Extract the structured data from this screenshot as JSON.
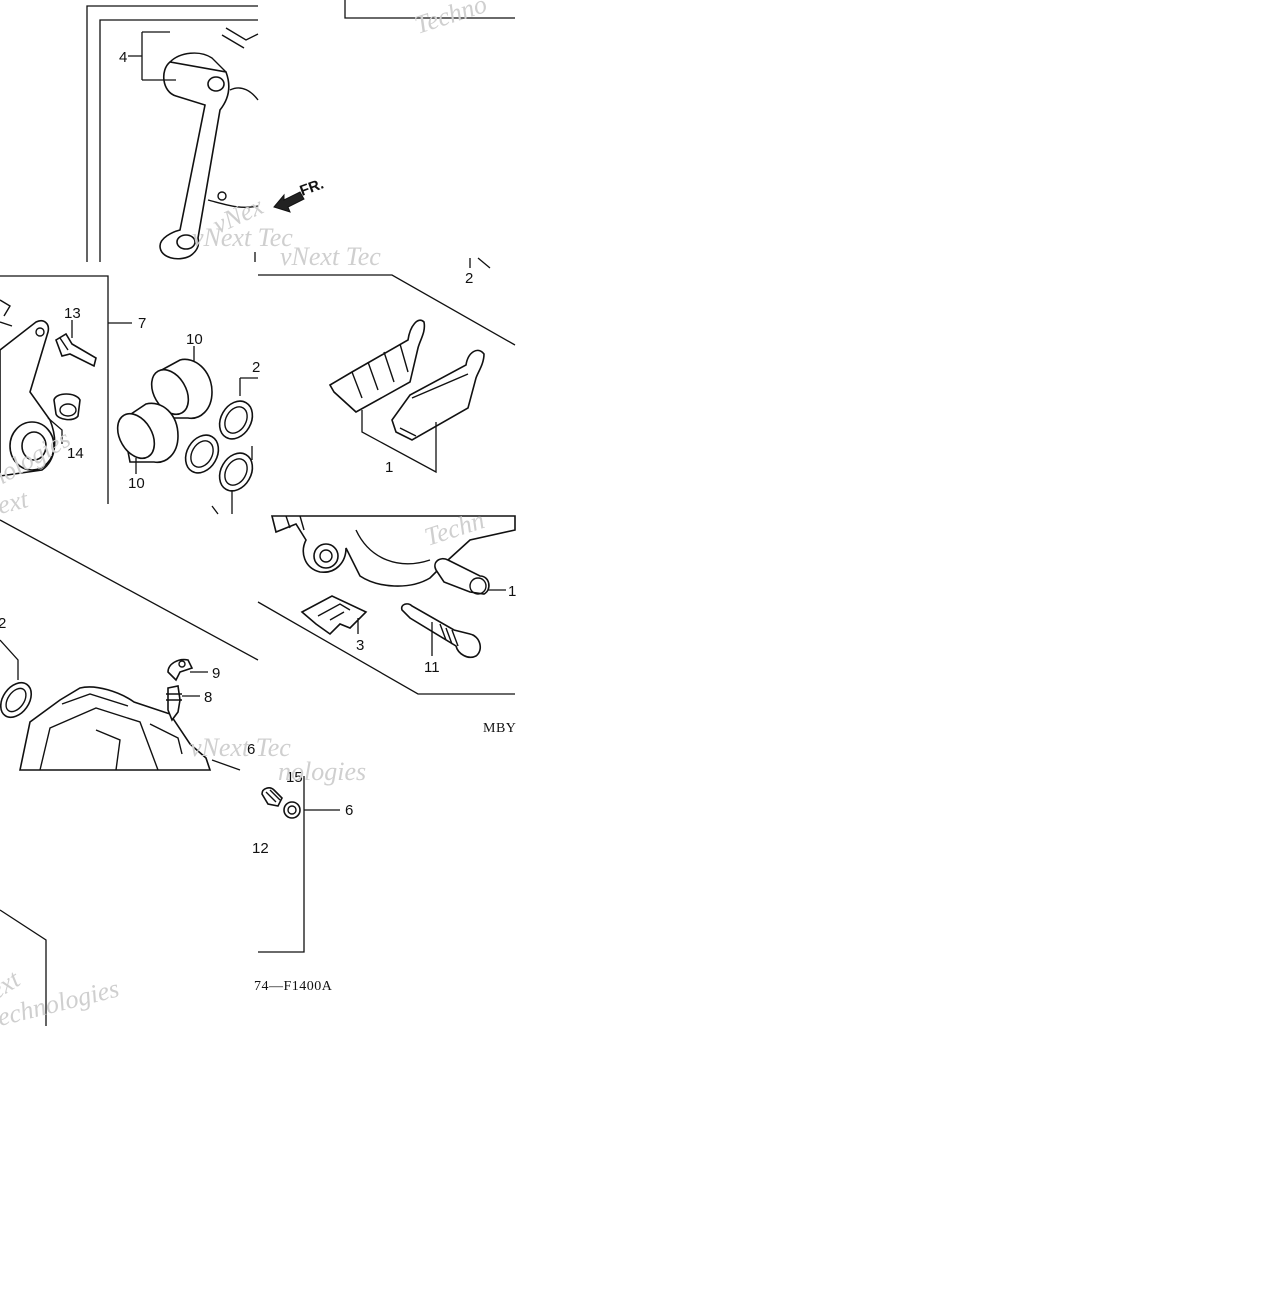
{
  "callouts": {
    "c1a": "1",
    "c1b": "1",
    "c2a": "2",
    "c2b": "2",
    "c2c": "2",
    "c3": "3",
    "c4": "4",
    "c6a": "6",
    "c6b": "6",
    "c7": "7",
    "c8": "8",
    "c9": "9",
    "c10a": "10",
    "c10b": "10",
    "c11": "11",
    "c12": "12",
    "c13": "13",
    "c14": "14",
    "c15": "15"
  },
  "direction_marker": "FR.",
  "diagram_code": {
    "left": "MBY",
    "right": "74—F1400A"
  },
  "watermarks": [
    "Techno",
    "vNex",
    "vNext Tec",
    "nologies",
    "ext",
    "echnologies",
    "Techn",
    "vNext Tec",
    "nologies",
    "ext",
    "echnologies"
  ],
  "colors": {
    "ink": "#111111",
    "watermark": "#cfcfcf"
  }
}
